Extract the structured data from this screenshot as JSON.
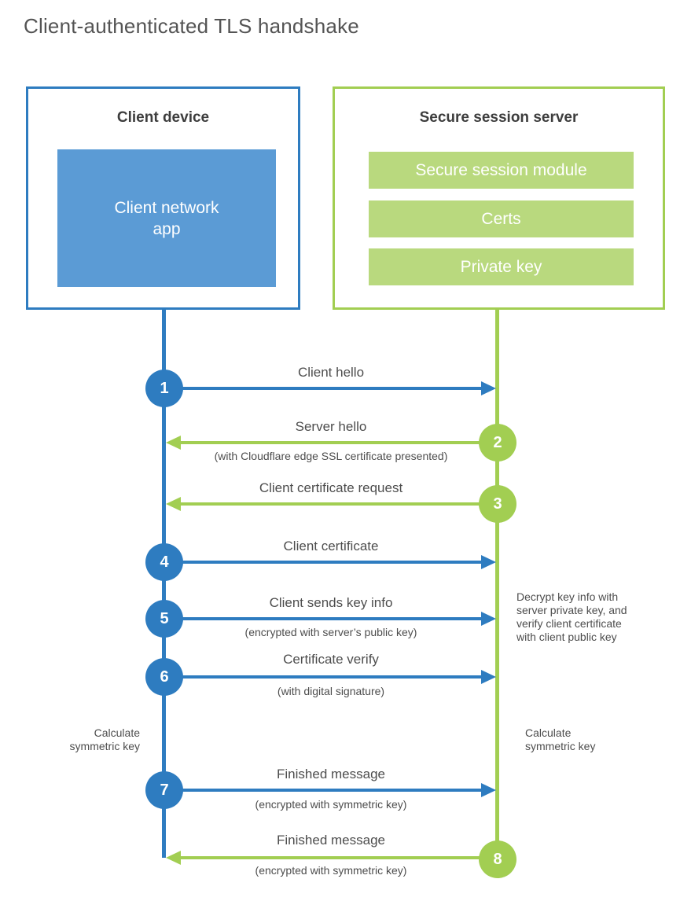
{
  "title": "Client-authenticated TLS handshake",
  "colors": {
    "blue": "#2e7cc0",
    "blue_fill": "#5b9bd5",
    "green": "#a2ce52",
    "green_fill": "#b9d97e"
  },
  "client_box": {
    "title": "Client device",
    "app_label": "Client network app"
  },
  "server_box": {
    "title": "Secure session server",
    "modules": [
      "Secure session module",
      "Certs",
      "Private key"
    ]
  },
  "steps": [
    {
      "num": "1",
      "from": "client",
      "direction": "right",
      "label": "Client hello",
      "sublabel": ""
    },
    {
      "num": "2",
      "from": "server",
      "direction": "left",
      "label": "Server hello",
      "sublabel": "(with Cloudflare edge SSL certificate presented)"
    },
    {
      "num": "3",
      "from": "server",
      "direction": "left",
      "label": "Client certificate request",
      "sublabel": ""
    },
    {
      "num": "4",
      "from": "client",
      "direction": "right",
      "label": "Client certificate",
      "sublabel": ""
    },
    {
      "num": "5",
      "from": "client",
      "direction": "right",
      "label": "Client sends key info",
      "sublabel": "(encrypted with server’s public key)"
    },
    {
      "num": "6",
      "from": "client",
      "direction": "right",
      "label": "Certificate verify",
      "sublabel": "(with digital signature)"
    },
    {
      "num": "7",
      "from": "client",
      "direction": "right",
      "label": "Finished message",
      "sublabel": "(encrypted with symmetric key)"
    },
    {
      "num": "8",
      "from": "server",
      "direction": "left",
      "label": "Finished message",
      "sublabel": "(encrypted with symmetric key)"
    }
  ],
  "annotations": {
    "decrypt_note": "Decrypt key info with\nserver private key, and\nverify client certificate\nwith client public key",
    "calc_left": "Calculate\nsymmetric key",
    "calc_right": "Calculate\nsymmetric key"
  }
}
